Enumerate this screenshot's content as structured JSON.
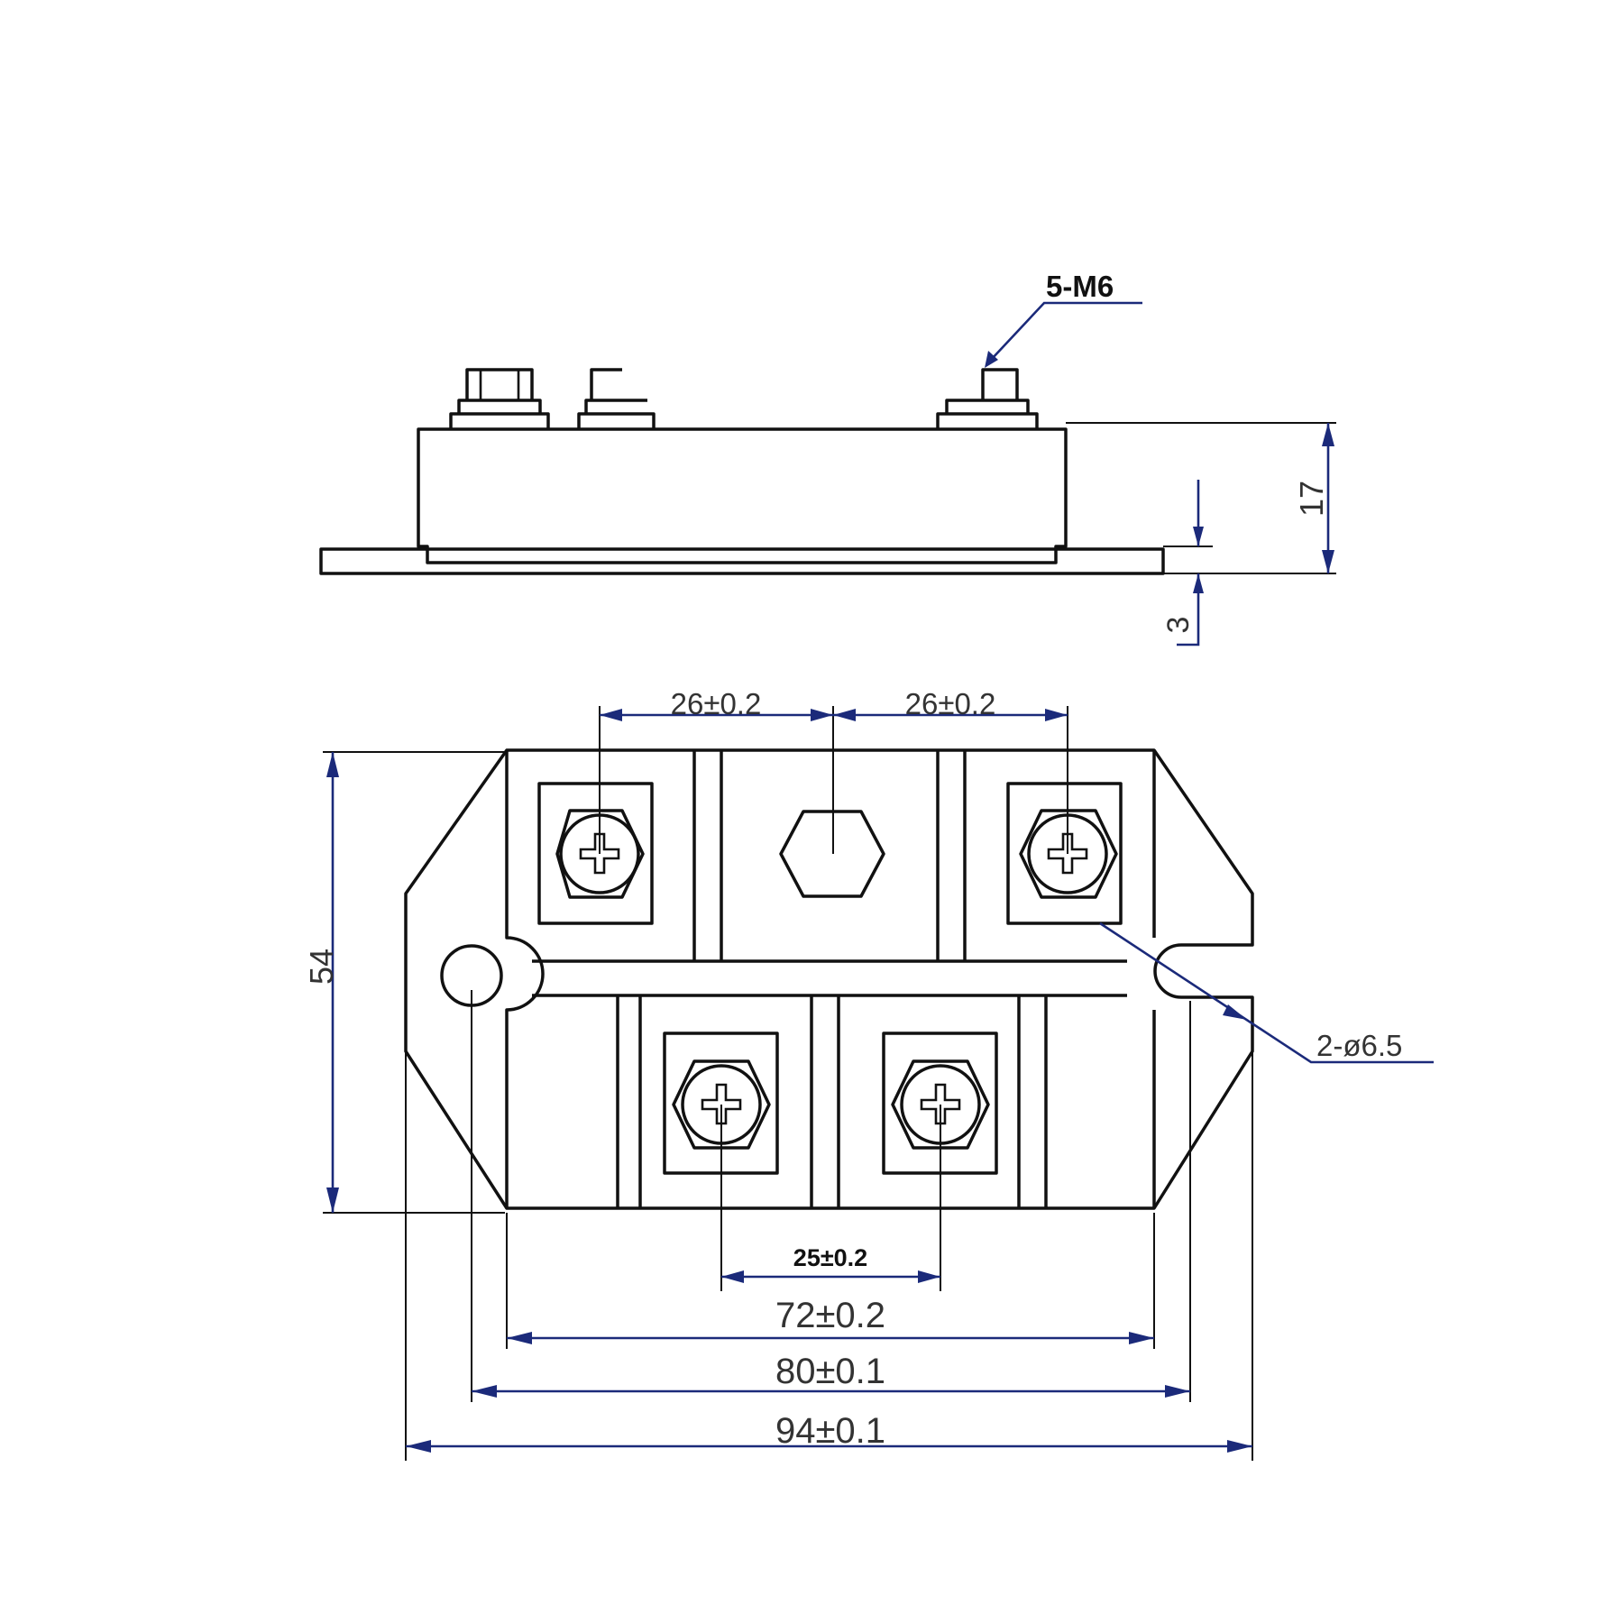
{
  "side_view": {
    "thread_callout": "5-M6",
    "height_dim": "17",
    "base_thickness_dim": "3"
  },
  "top_view": {
    "pitch_left": "26±0.2",
    "pitch_right": "26±0.2",
    "height_dim": "54",
    "hole_callout": "2-ø6.5",
    "pitch_bottom": "25±0.2",
    "body_width": "72±0.2",
    "hole_spacing": "80±0.1",
    "overall_width": "94±0.1"
  },
  "colors": {
    "outline": "#111111",
    "dimension": "#1b2a7a",
    "text": "#333333"
  }
}
